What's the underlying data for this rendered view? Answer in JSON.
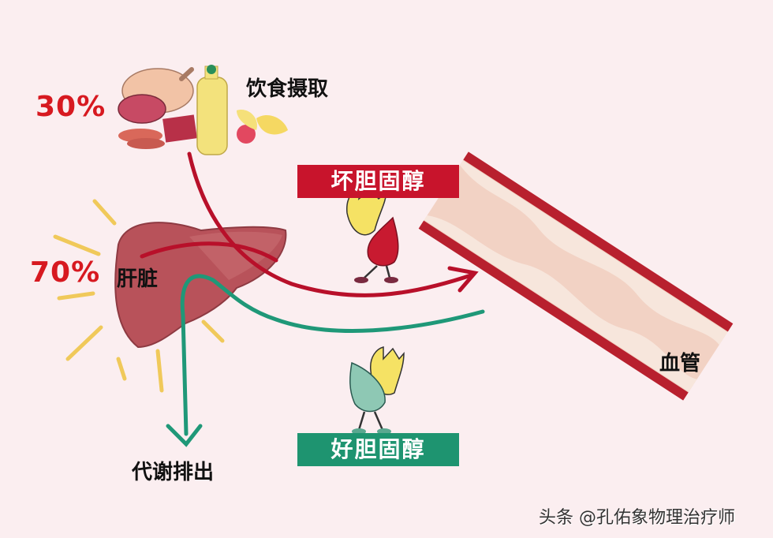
{
  "diagram": {
    "diet": {
      "percent": "30%",
      "label": "饮食摄取"
    },
    "liver": {
      "percent": "70%",
      "label": "肝脏"
    },
    "bad_cholesterol": {
      "label": "坏胆固醇",
      "color": "#c8142c"
    },
    "good_cholesterol": {
      "label": "好胆固醇",
      "color": "#1e9470"
    },
    "vessel": {
      "label": "血管"
    },
    "excretion": {
      "label": "代谢排出"
    },
    "colors": {
      "background": "#fbeef0",
      "percent_text": "#d71920",
      "red_arrow": "#b8102a",
      "green_arrow": "#1f9878",
      "rays": "#f0c95a",
      "liver": "#b8525a"
    }
  },
  "watermark": "头条 @孔佑象物理治疗师"
}
